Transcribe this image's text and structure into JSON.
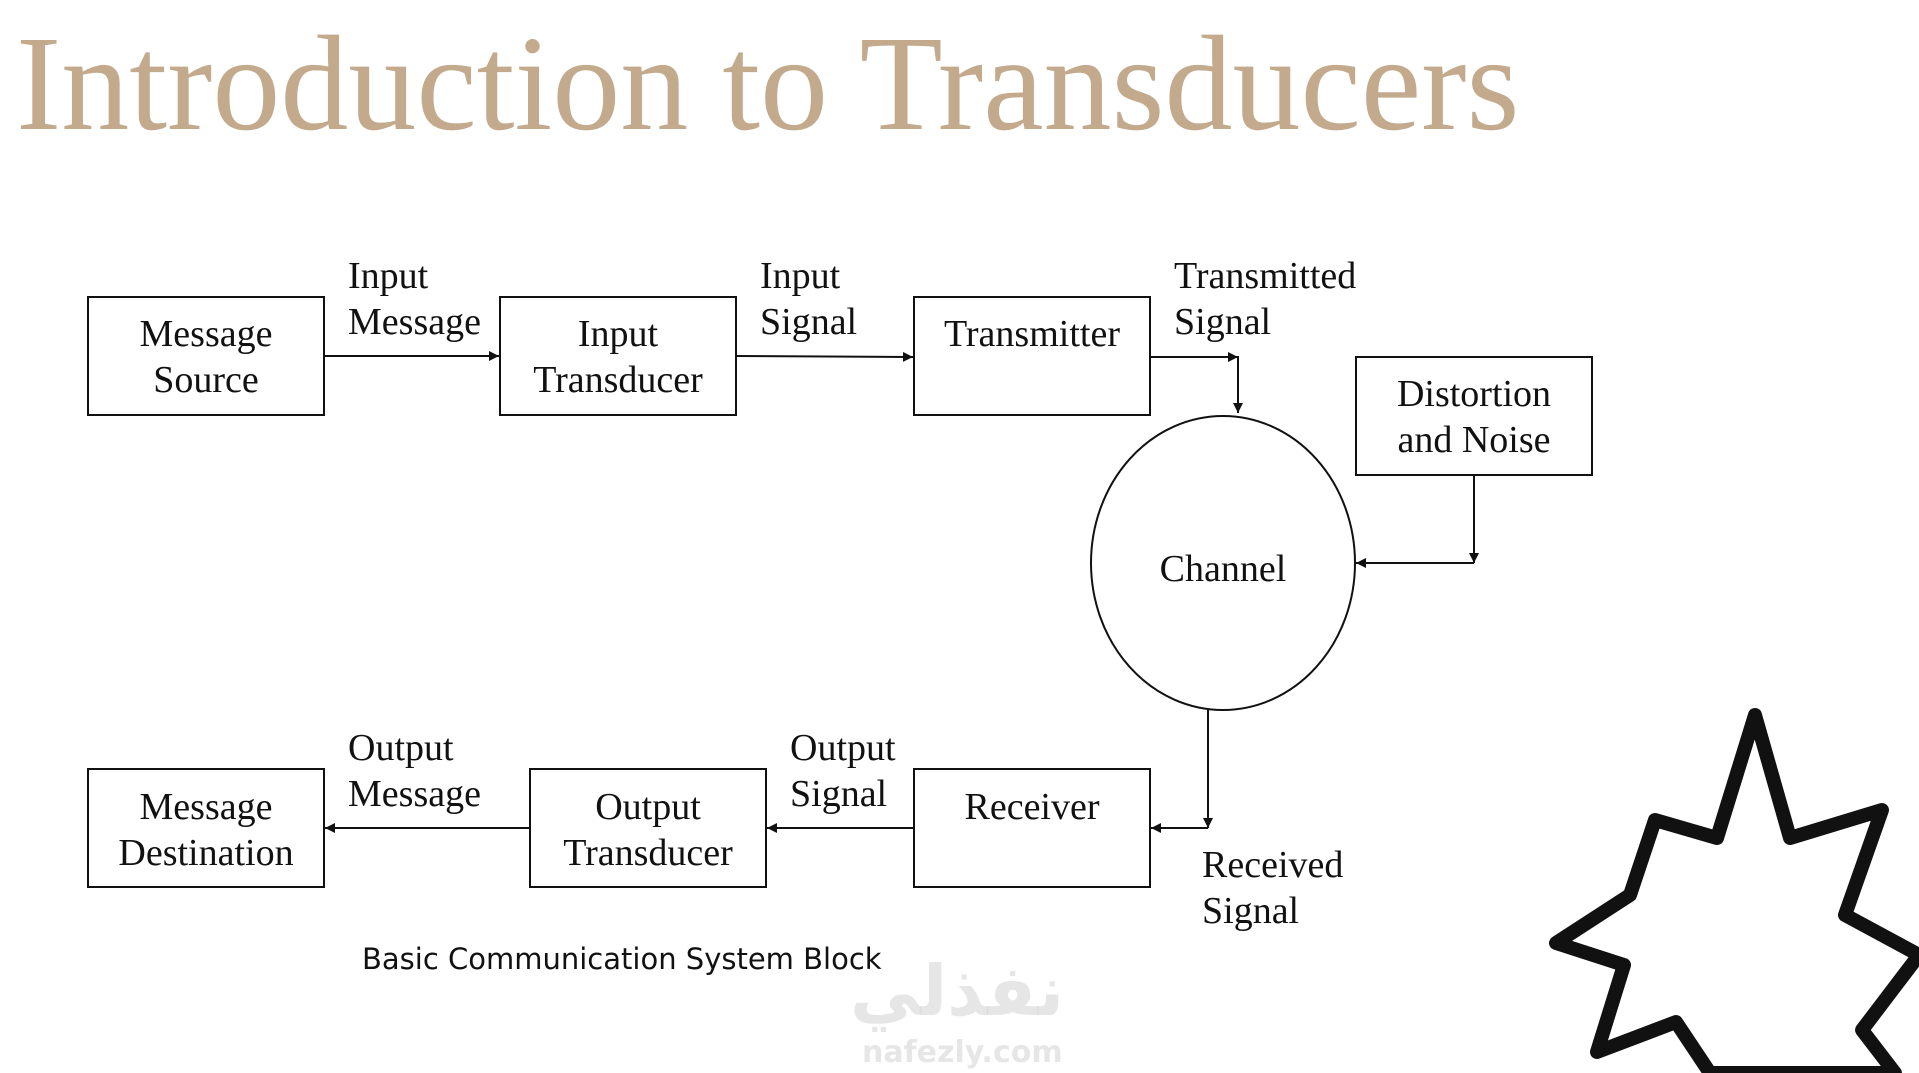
{
  "title": "Introduction to Transducers",
  "caption": "Basic Communication System Block",
  "watermark": {
    "arabic": "نفذلي",
    "latin": "nafezly.com"
  },
  "colors": {
    "title": "#c4aa8d",
    "lines": "#111111",
    "watermark": "#d2d2d2"
  },
  "blocks": {
    "message_source": [
      "Message",
      "Source"
    ],
    "input_transducer": [
      "Input",
      "Transducer"
    ],
    "transmitter": [
      "Transmitter"
    ],
    "distortion_noise": [
      "Distortion",
      "and Noise"
    ],
    "channel": [
      "Channel"
    ],
    "receiver": [
      "Receiver"
    ],
    "output_transducer": [
      "Output",
      "Transducer"
    ],
    "message_destination": [
      "Message",
      "Destination"
    ]
  },
  "signals": {
    "input_message": [
      "Input",
      "Message"
    ],
    "input_signal": [
      "Input",
      "Signal"
    ],
    "transmitted_signal": [
      "Transmitted",
      "Signal"
    ],
    "received_signal": [
      "Received",
      "Signal"
    ],
    "output_signal": [
      "Output",
      "Signal"
    ],
    "output_message": [
      "Output",
      "Message"
    ]
  },
  "decoration": {
    "star_icon": "eight-point-star-icon"
  }
}
